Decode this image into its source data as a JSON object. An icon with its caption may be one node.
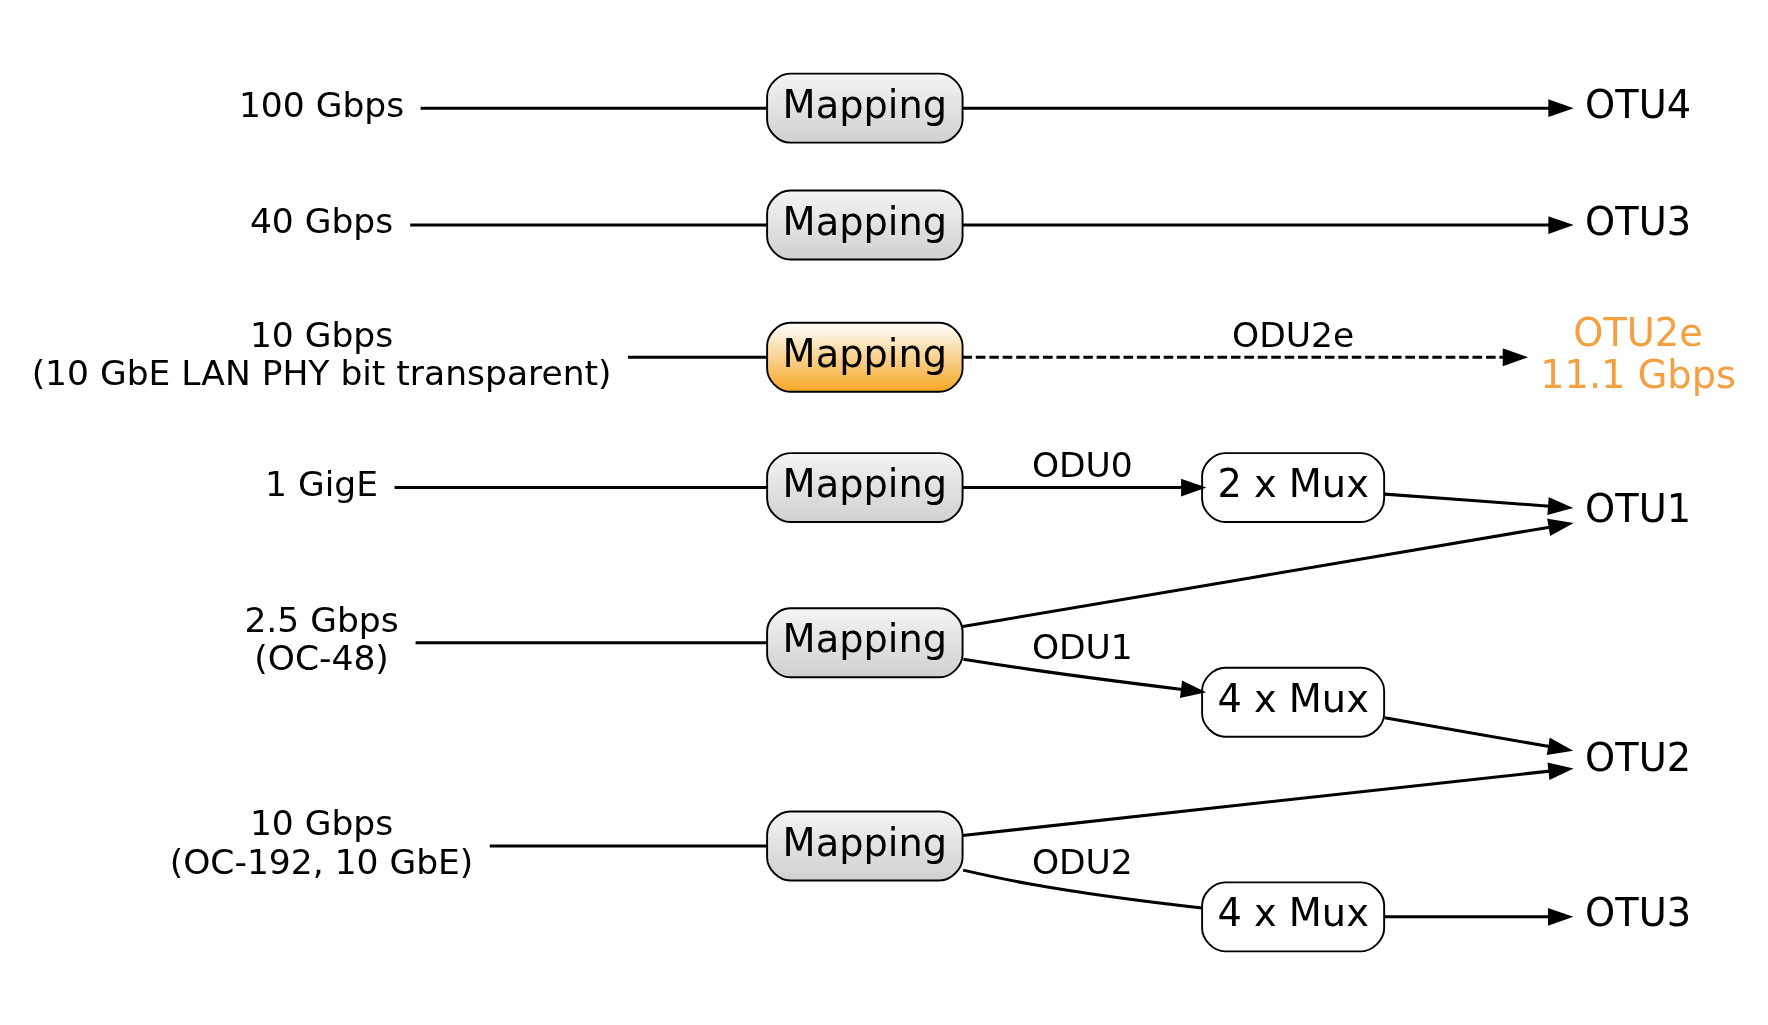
{
  "diagram": {
    "nodes": [
      {
        "text": [
          "1 GigE"
        ]
      },
      {
        "text": [
          "2.5 Gbps",
          "(OC-48)"
        ]
      },
      {
        "text": [
          "10 Gbps",
          "(OC-192, 10 GbE)"
        ]
      },
      {
        "text": [
          "10 Gbps",
          "(10 GbE LAN PHY bit transparent)"
        ]
      },
      {
        "text": [
          "40 Gbps"
        ]
      },
      {
        "text": [
          "100 Gbps"
        ]
      },
      {
        "text": [
          "Mapping"
        ]
      },
      {
        "text": [
          "Mapping"
        ]
      },
      {
        "text": [
          "Mapping"
        ]
      },
      {
        "text": [
          "Mapping"
        ]
      },
      {
        "text": [
          "Mapping"
        ]
      },
      {
        "text": [
          "Mapping"
        ]
      },
      {
        "text": [
          "2 x Mux"
        ]
      },
      {
        "text": [
          "4 x Mux"
        ]
      },
      {
        "text": [
          "4 x Mux"
        ]
      },
      {
        "text": [
          "OTU1"
        ]
      },
      {
        "text": [
          "OTU2"
        ]
      },
      {
        "text": [
          "OTU3"
        ]
      },
      {
        "text": [
          "OTU2e",
          "11.1 Gbps"
        ]
      },
      {
        "text": [
          "OTU3"
        ]
      },
      {
        "text": [
          "OTU4"
        ]
      }
    ],
    "edges": [
      {
        "from": 0,
        "to": 6,
        "arrow": "none"
      },
      {
        "from": 1,
        "to": 7,
        "arrow": "none"
      },
      {
        "from": 2,
        "to": 8,
        "arrow": "none"
      },
      {
        "from": 3,
        "to": 9,
        "arrow": "none"
      },
      {
        "from": 4,
        "to": 10,
        "arrow": "none"
      },
      {
        "from": 5,
        "to": 11,
        "arrow": "none"
      },
      {
        "from": 6,
        "to": 12,
        "arrow": "to",
        "label": "ODU0"
      },
      {
        "from": 12,
        "to": 15,
        "arrow": "to"
      },
      {
        "from": 7,
        "to": 15,
        "arrow": "to"
      },
      {
        "from": 7,
        "to": 13,
        "arrow": "to",
        "label": "ODU1"
      },
      {
        "from": 13,
        "to": 16,
        "arrow": "to"
      },
      {
        "from": 8,
        "to": 16,
        "arrow": "to"
      },
      {
        "from": 8,
        "to": 14,
        "arrow": "none",
        "label": "ODU2"
      },
      {
        "from": 14,
        "to": 17,
        "arrow": "to"
      },
      {
        "from": 9,
        "to": 18,
        "arrow": "to",
        "label": "ODU2e",
        "style": "dashed"
      },
      {
        "from": 10,
        "to": 19,
        "arrow": "to"
      },
      {
        "from": 11,
        "to": 20,
        "arrow": "to"
      }
    ]
  }
}
